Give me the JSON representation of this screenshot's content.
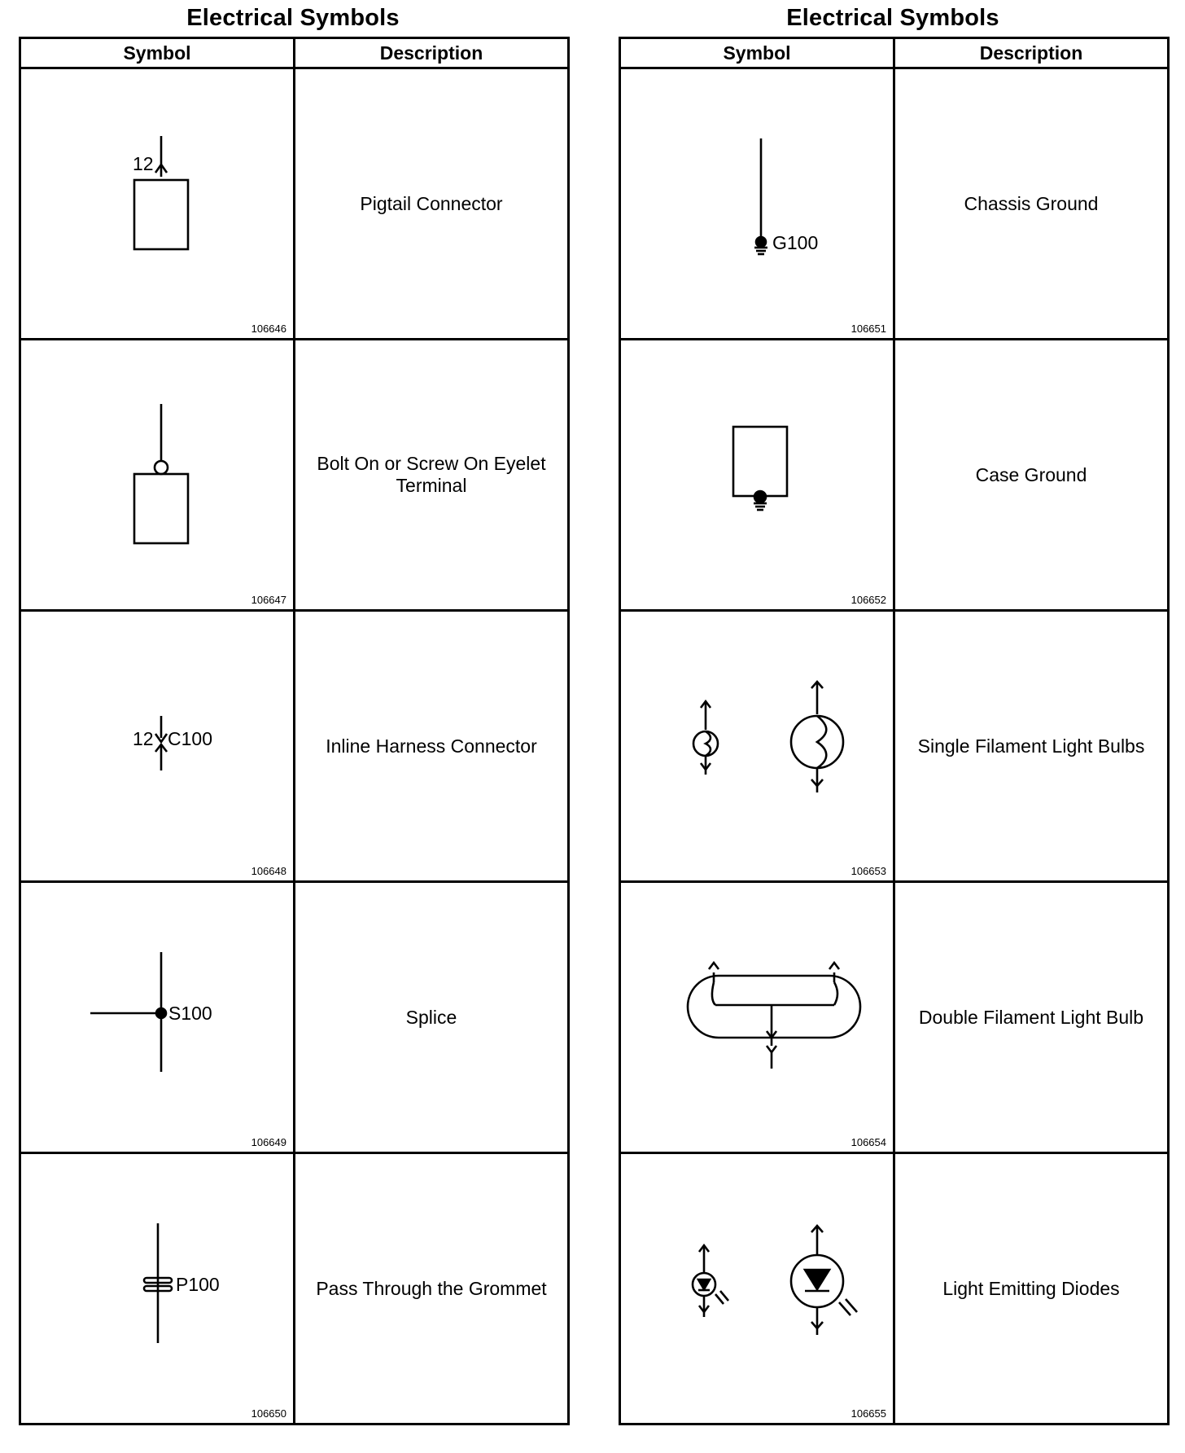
{
  "left": {
    "title": "Electrical Symbols",
    "header_symbol": "Symbol",
    "header_description": "Description",
    "rows": [
      {
        "description": "Pigtail Connector",
        "figure_number": "106646",
        "labels": [
          "12"
        ]
      },
      {
        "description": "Bolt On or Screw On Eyelet Terminal",
        "figure_number": "106647",
        "labels": []
      },
      {
        "description": "Inline Harness Connector",
        "figure_number": "106648",
        "labels": [
          "12",
          "C100"
        ]
      },
      {
        "description": "Splice",
        "figure_number": "106649",
        "labels": [
          "S100"
        ]
      },
      {
        "description": "Pass Through the Grommet",
        "figure_number": "106650",
        "labels": [
          "P100"
        ]
      }
    ]
  },
  "right": {
    "title": "Electrical Symbols",
    "header_symbol": "Symbol",
    "header_description": "Description",
    "rows": [
      {
        "description": "Chassis Ground",
        "figure_number": "106651",
        "labels": [
          "G100"
        ]
      },
      {
        "description": "Case Ground",
        "figure_number": "106652",
        "labels": []
      },
      {
        "description": "Single Filament Light Bulbs",
        "figure_number": "106653",
        "labels": []
      },
      {
        "description": "Double Filament Light Bulb",
        "figure_number": "106654",
        "labels": []
      },
      {
        "description": "Light Emitting Diodes",
        "figure_number": "106655",
        "labels": []
      }
    ]
  }
}
